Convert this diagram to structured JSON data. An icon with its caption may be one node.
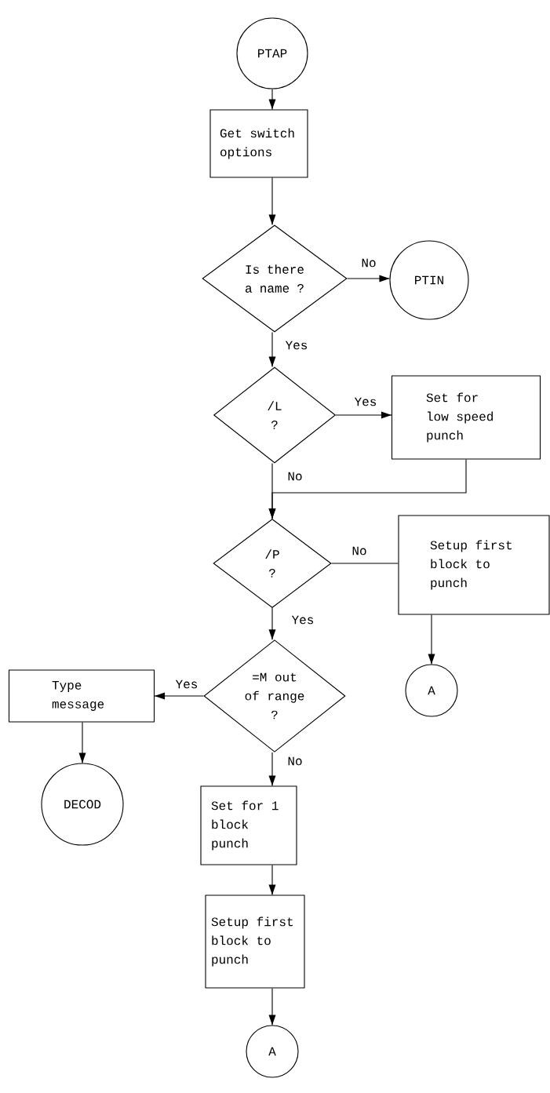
{
  "diagram": {
    "nodes": [
      {
        "text": [
          "PTAP"
        ]
      },
      {
        "text": [
          "Get switch options"
        ]
      },
      {
        "text": [
          "Is there a name ?"
        ]
      },
      {
        "text": [
          "PTIN"
        ]
      },
      {
        "text": [
          "/L ?"
        ]
      },
      {
        "text": [
          "Set for low speed punch"
        ]
      },
      {
        "text": [
          "/P ?"
        ]
      },
      {
        "text": [
          "Setup first block to punch"
        ]
      },
      {
        "text": [
          "A"
        ]
      },
      {
        "text": [
          "=M out of range ?"
        ]
      },
      {
        "text": [
          "Type message"
        ]
      },
      {
        "text": [
          "DECOD"
        ]
      },
      {
        "text": [
          "Set for 1 block punch"
        ]
      },
      {
        "text": [
          "Setup first block to punch"
        ]
      },
      {
        "text": [
          "A"
        ]
      }
    ],
    "edges": [
      {
        "from": 0,
        "to": 1,
        "arrow": "to"
      },
      {
        "from": 1,
        "to": 2,
        "arrow": "to"
      },
      {
        "from": 2,
        "to": 3,
        "arrow": "to",
        "label": "No"
      },
      {
        "from": 2,
        "to": 4,
        "arrow": "to",
        "label": "Yes"
      },
      {
        "from": 4,
        "to": 5,
        "arrow": "to",
        "label": "Yes"
      },
      {
        "from": 4,
        "to": 6,
        "arrow": "to",
        "label": "No"
      },
      {
        "from": 5,
        "to": 6,
        "arrow": "to"
      },
      {
        "from": 6,
        "to": 7,
        "arrow": "none",
        "label": "No"
      },
      {
        "from": 7,
        "to": 8,
        "arrow": "to"
      },
      {
        "from": 6,
        "to": 9,
        "arrow": "to",
        "label": "Yes"
      },
      {
        "from": 9,
        "to": 10,
        "arrow": "to",
        "label": "Yes"
      },
      {
        "from": 10,
        "to": 11,
        "arrow": "to"
      },
      {
        "from": 9,
        "to": 12,
        "arrow": "to",
        "label": "No"
      },
      {
        "from": 12,
        "to": 13,
        "arrow": "to"
      },
      {
        "from": 13,
        "to": 14,
        "arrow": "to"
      }
    ]
  }
}
